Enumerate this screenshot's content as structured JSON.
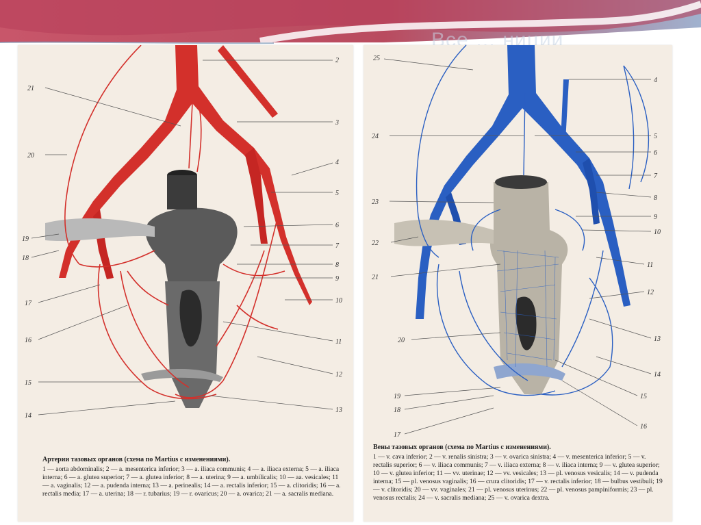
{
  "slide": {
    "ghost_title": "Все … ниции",
    "colors": {
      "artery": "#d3302b",
      "vein": "#2a5fc2",
      "panel": "#f4ede4",
      "header_red": "#b4394c",
      "header_blue": "#93a6c6"
    }
  },
  "left_figure": {
    "labels": [
      "2",
      "21",
      "3",
      "20",
      "4",
      "5",
      "6",
      "19",
      "18",
      "7",
      "8",
      "9",
      "17",
      "10",
      "16",
      "11",
      "12",
      "15",
      "13",
      "14"
    ],
    "caption_title": "Артерии тазовых органов (схема по Martius с изменениями).",
    "caption_text": "1 — aorta abdominalis; 2 — a. mesenterica inferior; 3 — a. iliaca communis; 4 — a. iliaca externa; 5 — a. iliaca interna; 6 — a. glutea superior; 7 — a. glutea inferior; 8 — a. uterina; 9 — a. umbilicalis; 10 — aa. vesicales; 11 — a. vaginalis; 12 — a. pudenda interna; 13 — a. perinealis; 14 — a. rectalis inferior; 15 — a. clitoridis; 16 — a. rectalis media; 17 — a. uterina; 18 — r. tubarius; 19 — r. ovaricus; 20 — a. ovarica; 21 — a. sacralis mediana."
  },
  "right_figure": {
    "labels": [
      "25",
      "4",
      "24",
      "5",
      "6",
      "7",
      "8",
      "23",
      "9",
      "10",
      "22",
      "11",
      "21",
      "12",
      "20",
      "13",
      "14",
      "15",
      "19",
      "18",
      "16",
      "17"
    ],
    "caption_title": "Вены тазовых органов (схема по Martius с изменениями).",
    "caption_text": "1 — v. cava inferior; 2 — v. renalis sinistra; 3 — v. ovarica sinistra; 4 — v. mesenterica inferior; 5 — v. rectalis superior; 6 — v. iliaca communis; 7 — v. iliaca externa; 8 — v. iliaca interna; 9 — v. glutea superior; 10 — v. glutea inferior; 11 — vv. uterinae; 12 — vv. vesicales; 13 — pl. venosus vesicalis; 14 — v. pudenda interna; 15 — pl. venosus vaginalis; 16 — crura clitoridis; 17 — v. rectalis inferior; 18 — bulbus vestibuli; 19 — v. clitoridis; 20 — vv. vaginales; 21 — pl. venosus uterinus; 22 — pl. venosus pampiniformis; 23 — pl. venosus rectalis; 24 — v. sacralis mediana; 25 — v. ovarica dextra."
  }
}
